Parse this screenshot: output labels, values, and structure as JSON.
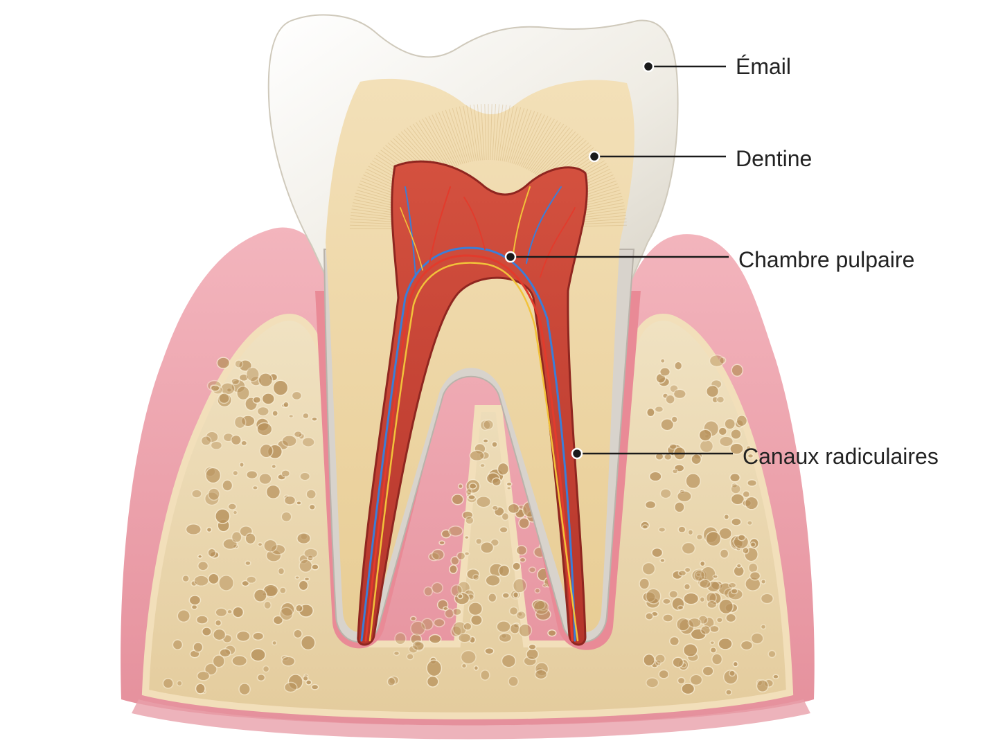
{
  "labels": {
    "enamel": "Émail",
    "dentin": "Dentine",
    "pulp_chamber": "Chambre pulpaire",
    "root_canals": "Canaux radiculaires"
  },
  "colors": {
    "background": "#ffffff",
    "gum": "#e98f9c",
    "gum_light": "#f6c6cc",
    "bone": "#ead7b0",
    "bone_pore": "#b8925c",
    "enamel": "#f4f1ea",
    "dentin": "#efd7a8",
    "pulp": "#c8443a",
    "pulp_dark": "#9c2a24",
    "artery": "#e23b2c",
    "vein": "#3b7ed8",
    "nerve": "#f2c23a",
    "leader": "#1a1a1a"
  }
}
